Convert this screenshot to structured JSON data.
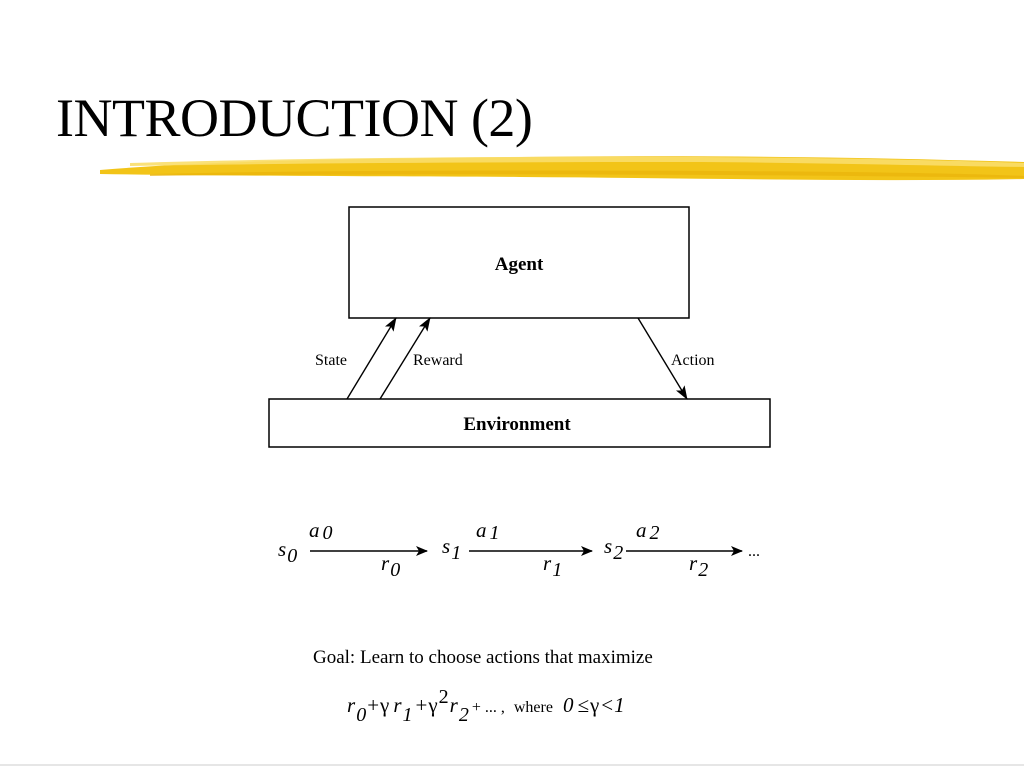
{
  "slide": {
    "title": "INTRODUCTION (2)"
  },
  "colors": {
    "highlight_stroke": "#f2c418",
    "highlight_light": "#f9de6a",
    "ink": "#000000"
  },
  "diagram": {
    "agent_label": "Agent",
    "environment_label": "Environment",
    "state_label": "State",
    "reward_label": "Reward",
    "action_label": "Action"
  },
  "sequence": {
    "s0": {
      "base": "s",
      "sub": "0"
    },
    "a0": {
      "base": "a",
      "sub": "0"
    },
    "r0": {
      "base": "r",
      "sub": "0"
    },
    "s1": {
      "base": "s",
      "sub": "1"
    },
    "a1": {
      "base": "a",
      "sub": "1"
    },
    "r1": {
      "base": "r",
      "sub": "1"
    },
    "s2": {
      "base": "s",
      "sub": "2"
    },
    "a2": {
      "base": "a",
      "sub": "2"
    },
    "r2": {
      "base": "r",
      "sub": "2"
    },
    "ellipsis": "..."
  },
  "goal": {
    "text": "Goal: Learn to choose actions that maximize",
    "formula": {
      "r0_base": "r",
      "r0_sub": "0",
      "plus1": "+",
      "gamma1": "γ",
      "r1_base": "r",
      "r1_sub": "1",
      "plus2": "+",
      "gamma2": "γ",
      "gamma2_exp": "2",
      "r2_base": "r",
      "r2_sub": "2",
      "tail": "+ ... ,",
      "where": "where",
      "zero": "0",
      "leq": "≤",
      "gamma3": "γ",
      "lt": "<",
      "one": "1"
    }
  }
}
